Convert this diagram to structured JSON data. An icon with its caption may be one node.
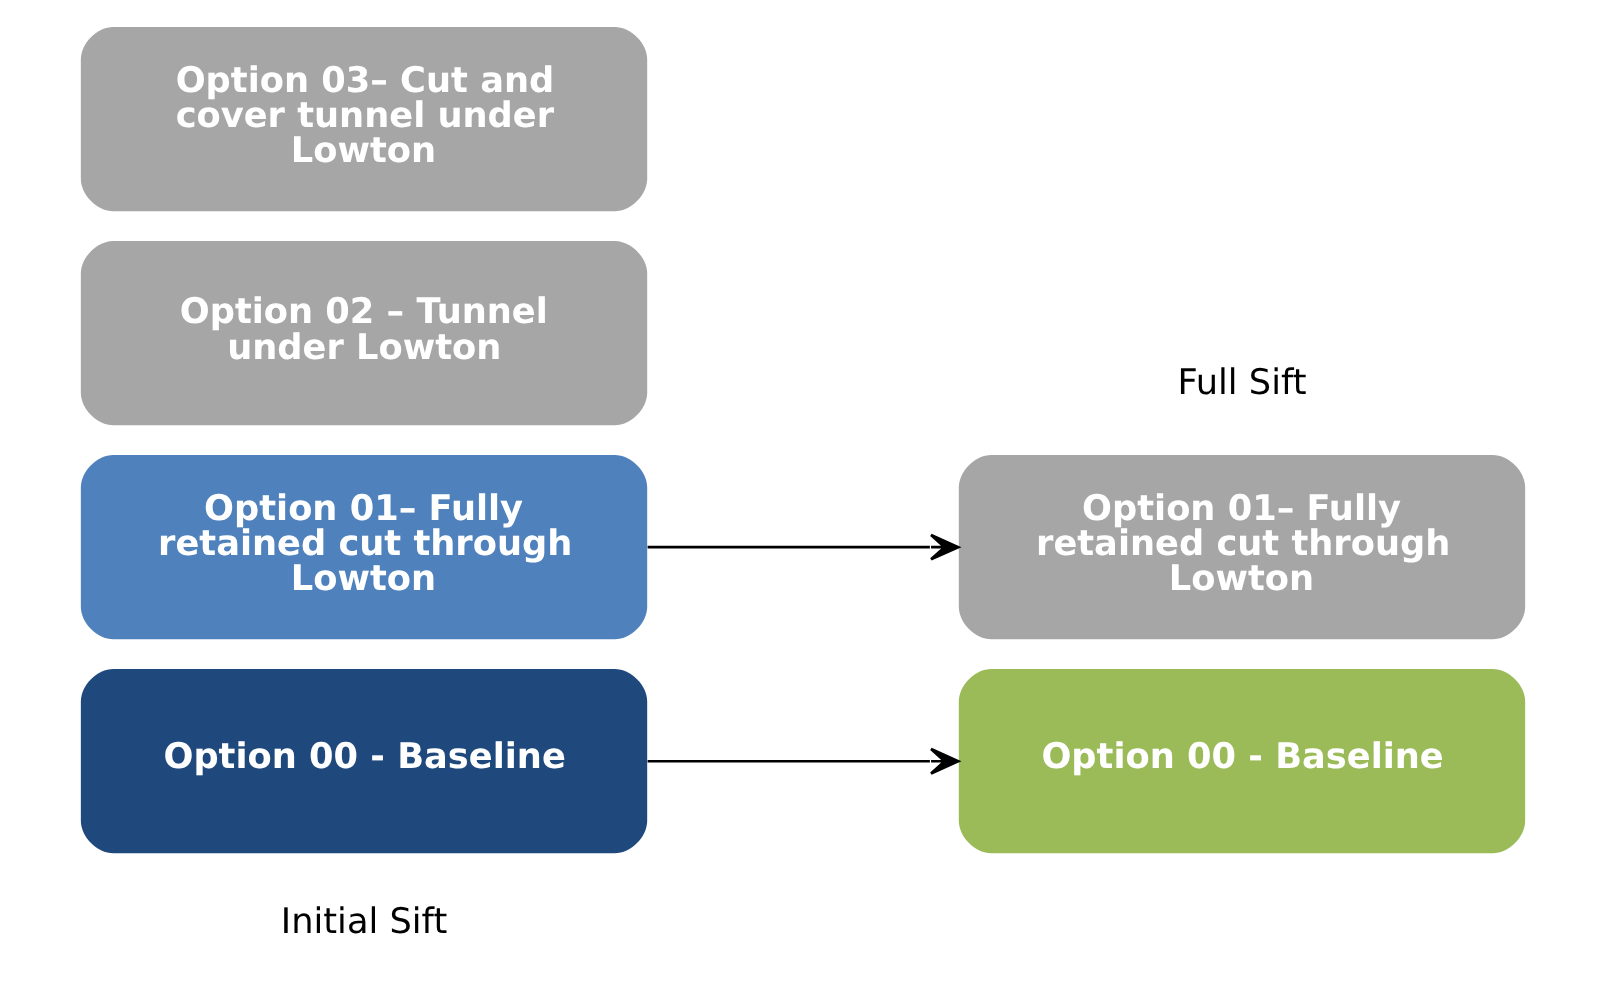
{
  "diagram": {
    "nodes": [
      {
        "text": [
          "Option 00 - Baseline"
        ]
      },
      {
        "text": [
          "Option 01– Fully retained cut through Lowton"
        ]
      },
      {
        "text": [
          "Option 02 – Tunnel under Lowton"
        ]
      },
      {
        "text": [
          "Option 03– Cut and cover tunnel under Lowton"
        ]
      },
      {
        "text": [
          "Option 00 - Baseline"
        ]
      },
      {
        "text": [
          "Option 01– Fully retained cut through Lowton"
        ]
      }
    ],
    "edges": [
      {
        "from": 0,
        "to": 4,
        "arrow": "to"
      },
      {
        "from": 1,
        "to": 5,
        "arrow": "to"
      }
    ],
    "labels": [
      "Initial Sift",
      "Full Sift"
    ]
  }
}
